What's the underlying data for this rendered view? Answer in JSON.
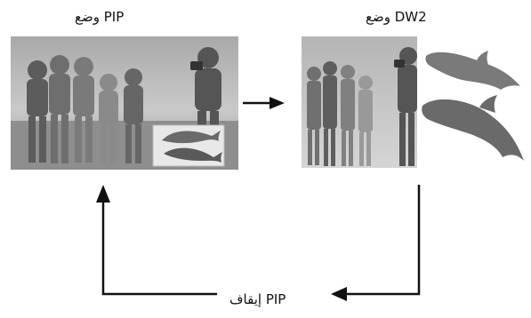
{
  "diagram": {
    "pip_mode_label": "وضع PIP",
    "dw2_mode_label": "وضع DW2",
    "pip_off_label": "إيقاف PIP"
  }
}
